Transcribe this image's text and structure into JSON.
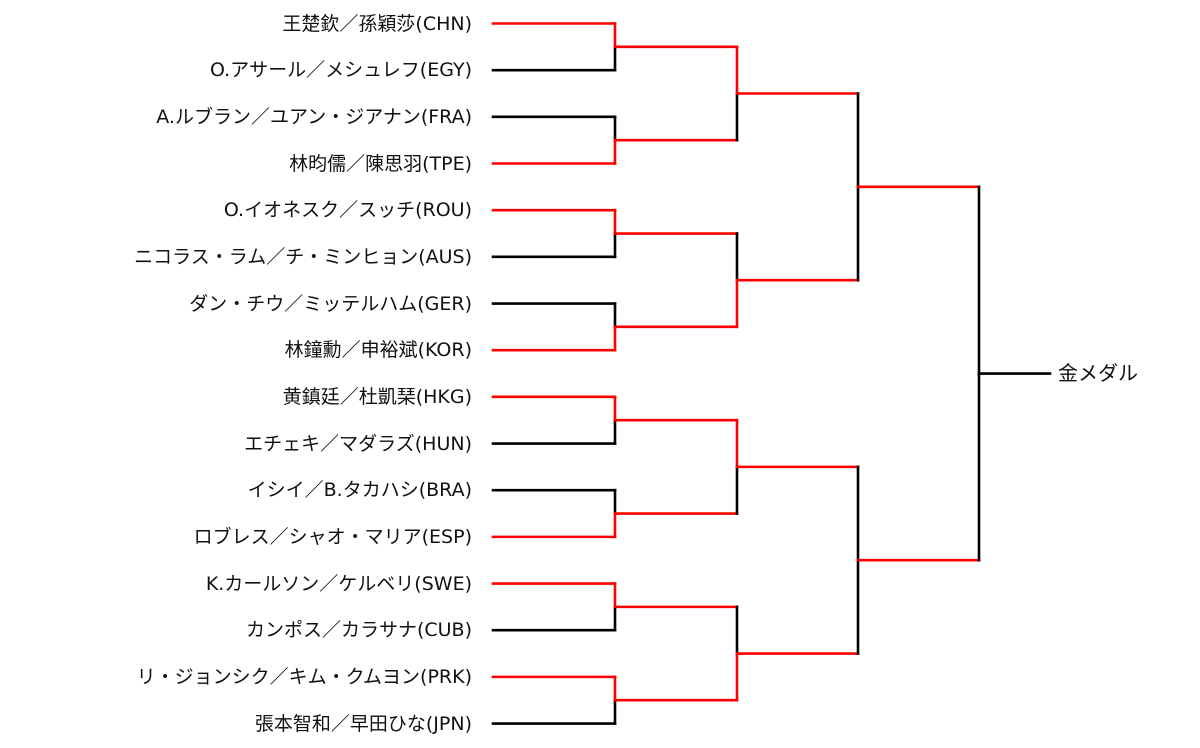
{
  "colors": {
    "winner_line": "#ff0000",
    "default_line": "#000000"
  },
  "final_label": "金メダル",
  "entries": [
    {
      "name": "王楚欽／孫穎莎(CHN)"
    },
    {
      "name": "O.アサール／メシュレフ(EGY)"
    },
    {
      "name": "A.ルブラン／ユアン・ジアナン(FRA)"
    },
    {
      "name": "林昀儒／陳思羽(TPE)"
    },
    {
      "name": "O.イオネスク／スッチ(ROU)"
    },
    {
      "name": "ニコラス・ラム／チ・ミンヒョン(AUS)"
    },
    {
      "name": "ダン・チウ／ミッテルハム(GER)"
    },
    {
      "name": "林鐘勳／申裕斌(KOR)"
    },
    {
      "name": "黄鎮廷／杜凱琹(HKG)"
    },
    {
      "name": "エチェキ／マダラズ(HUN)"
    },
    {
      "name": "イシイ／B.タカハシ(BRA)"
    },
    {
      "name": "ロブレス／シャオ・マリア(ESP)"
    },
    {
      "name": "K.カールソン／ケルベリ(SWE)"
    },
    {
      "name": "カンポス／カラサナ(CUB)"
    },
    {
      "name": "リ・ジョンシク／キム・クムヨン(PRK)"
    },
    {
      "name": "張本智和／早田ひな(JPN)"
    }
  ],
  "rounds": [
    {
      "name": "round-of-16",
      "winners": [
        0,
        3,
        4,
        7,
        8,
        11,
        12,
        14
      ],
      "output_highlight": true
    },
    {
      "name": "quarterfinal",
      "winners": [
        0,
        7,
        8,
        14
      ],
      "output_highlight": true
    },
    {
      "name": "semifinal",
      "winners": [],
      "output_highlight": true
    },
    {
      "name": "final",
      "winners": [],
      "output_highlight": false
    }
  ]
}
